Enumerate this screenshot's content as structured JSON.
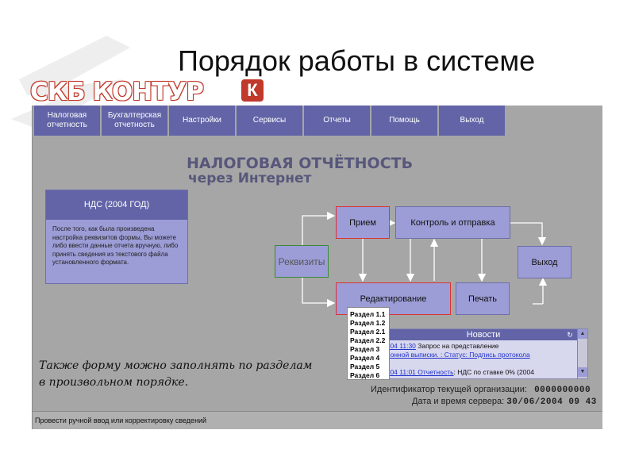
{
  "slide": {
    "title": "Порядок работы в системе",
    "logo_text": "СКБ КОНТУР",
    "logo_mark": "К"
  },
  "menu": {
    "items": [
      {
        "label": "Налоговая\nотчетность"
      },
      {
        "label": "Бухгалтерская\nотчетность"
      },
      {
        "label": "Настройки"
      },
      {
        "label": "Сервисы"
      },
      {
        "label": "Отчеты"
      },
      {
        "label": "Помощь"
      },
      {
        "label": "Выход"
      }
    ]
  },
  "heading": {
    "line1": "НАЛОГОВАЯ ОТЧЁТНОСТЬ",
    "line2": "через Интернет"
  },
  "info": {
    "title": "НДС (2004 ГОД)",
    "text": "После того, как была произведена настройка реквизитов формы, Вы можете либо ввести данные отчета вручную, либо принять сведения из текстового файла установленного формата."
  },
  "flow": {
    "rekvizity": "Реквизиты",
    "priem": "Прием",
    "kontrol": "Контроль и отправка",
    "vyhod": "Выход",
    "redaktirovanie": "Редактирование",
    "pechat": "Печать"
  },
  "sections": [
    "Раздел 1.1",
    "Раздел 1.2",
    "Раздел 2.1",
    "Раздел 2.2",
    "Раздел 3",
    "Раздел 4",
    "Раздел 5",
    "Раздел 6"
  ],
  "news": {
    "title": "Новости",
    "lines": [
      {
        "link": "2004 11:30",
        "text": " Запрос на представление"
      },
      {
        "link": "ционной выписки. : Статус: Подпись протокола",
        "text": ""
      },
      {
        "link": "а",
        "text": ""
      },
      {
        "link": "2004 11:01 Отчетность",
        "text": ": НДС по ставке 0% (2004"
      }
    ]
  },
  "note": "Также форму можно заполнять по разделам в произвольном порядке.",
  "org_id": {
    "label": "Идентификатор текущей организации:",
    "value": "0000000000"
  },
  "server_time": {
    "label": "Дата и время сервера:",
    "value": "30/06/2004 09 43"
  },
  "status_bar": "Провести ручной ввод или корректировку сведений",
  "colors": {
    "menu": "#6264a7",
    "box": "#9c9cd6",
    "background": "#a6a6a6",
    "heading": "#57577c"
  }
}
